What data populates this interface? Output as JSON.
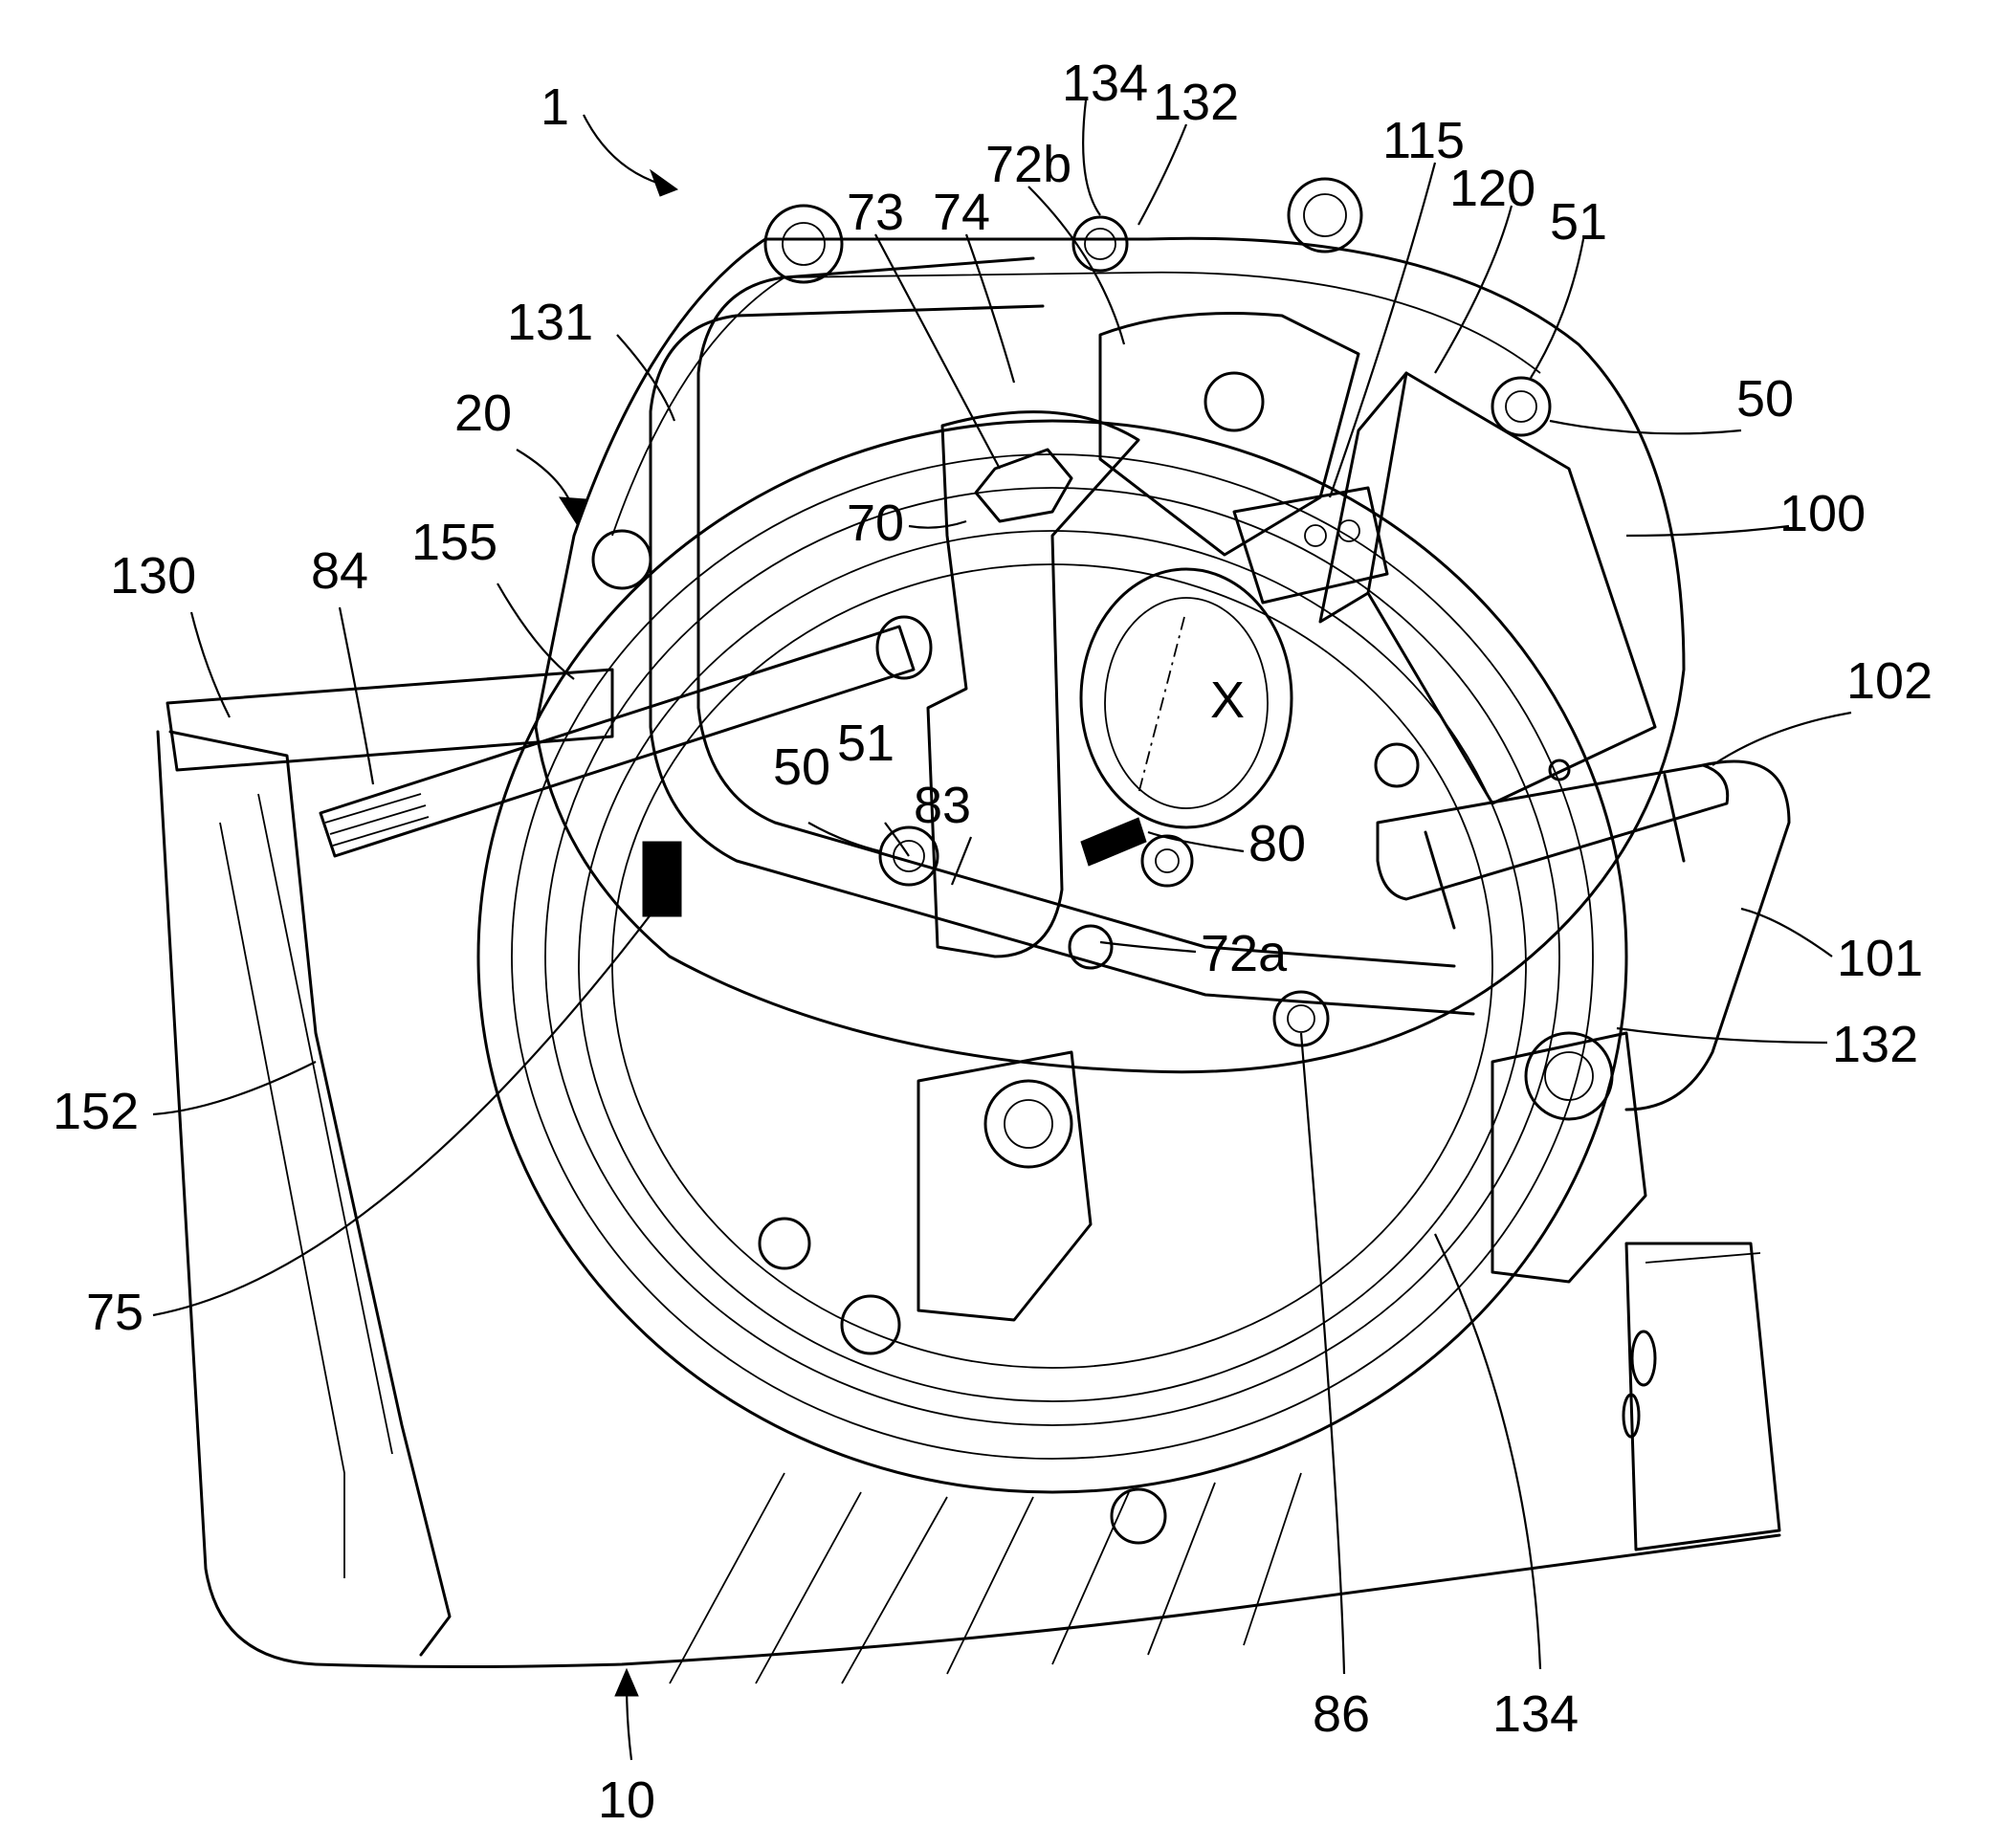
{
  "figure": {
    "labels": [
      {
        "key": "l1",
        "text": "1"
      },
      {
        "key": "l134a",
        "text": "134"
      },
      {
        "key": "l132a",
        "text": "132"
      },
      {
        "key": "l72b",
        "text": "72b"
      },
      {
        "key": "l73",
        "text": "73"
      },
      {
        "key": "l74",
        "text": "74"
      },
      {
        "key": "l115",
        "text": "115"
      },
      {
        "key": "l120",
        "text": "120"
      },
      {
        "key": "l51a",
        "text": "51"
      },
      {
        "key": "l131",
        "text": "131"
      },
      {
        "key": "l50a",
        "text": "50"
      },
      {
        "key": "l20",
        "text": "20"
      },
      {
        "key": "l100",
        "text": "100"
      },
      {
        "key": "l70",
        "text": "70"
      },
      {
        "key": "l155",
        "text": "155"
      },
      {
        "key": "l130",
        "text": "130"
      },
      {
        "key": "l84",
        "text": "84"
      },
      {
        "key": "lX",
        "text": "X"
      },
      {
        "key": "l102",
        "text": "102"
      },
      {
        "key": "l50b",
        "text": "50"
      },
      {
        "key": "l51b",
        "text": "51"
      },
      {
        "key": "l83",
        "text": "83"
      },
      {
        "key": "l80",
        "text": "80"
      },
      {
        "key": "l72a",
        "text": "72a"
      },
      {
        "key": "l101",
        "text": "101"
      },
      {
        "key": "l132b",
        "text": "132"
      },
      {
        "key": "l152",
        "text": "152"
      },
      {
        "key": "l75",
        "text": "75"
      },
      {
        "key": "l86",
        "text": "86"
      },
      {
        "key": "l134b",
        "text": "134"
      },
      {
        "key": "l10",
        "text": "10"
      }
    ]
  }
}
